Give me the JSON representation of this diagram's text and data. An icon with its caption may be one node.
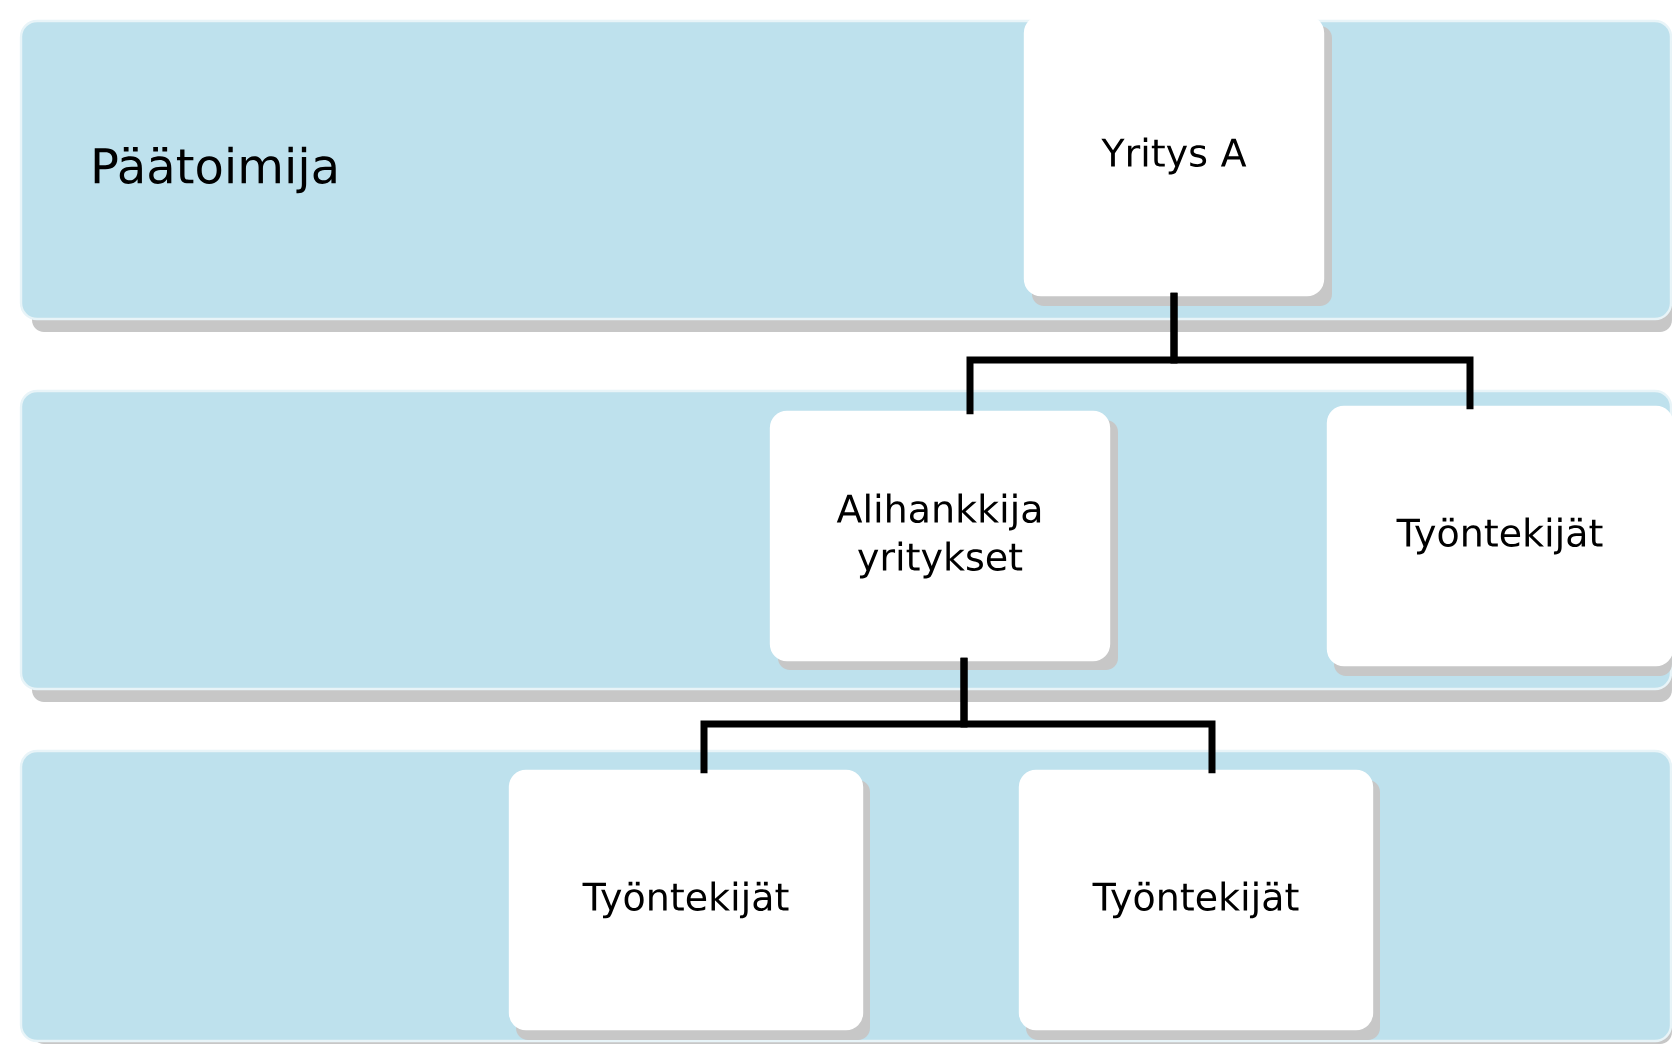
{
  "diagram": {
    "nodes": [
      {
        "text": [
          "Päätoimija"
        ]
      },
      {
        "text": [
          "Yritys A"
        ],
        "in": 0
      },
      {
        "text": [],
        "shape": "box"
      },
      {
        "text": [
          "Alihankkija yritykset"
        ],
        "in": 2
      },
      {
        "text": [
          "Työntekijät"
        ],
        "in": 2
      },
      {
        "text": [],
        "shape": "box"
      },
      {
        "text": [
          "Työntekijät"
        ],
        "in": 5
      },
      {
        "text": [
          "Työntekijät"
        ],
        "in": 5
      }
    ],
    "edges": [
      {
        "from": 1,
        "to": 3,
        "arrow": "none"
      },
      {
        "from": 1,
        "to": 4,
        "arrow": "none"
      },
      {
        "from": 3,
        "to": 6,
        "arrow": "none"
      },
      {
        "from": 3,
        "to": 7,
        "arrow": "none"
      }
    ]
  }
}
